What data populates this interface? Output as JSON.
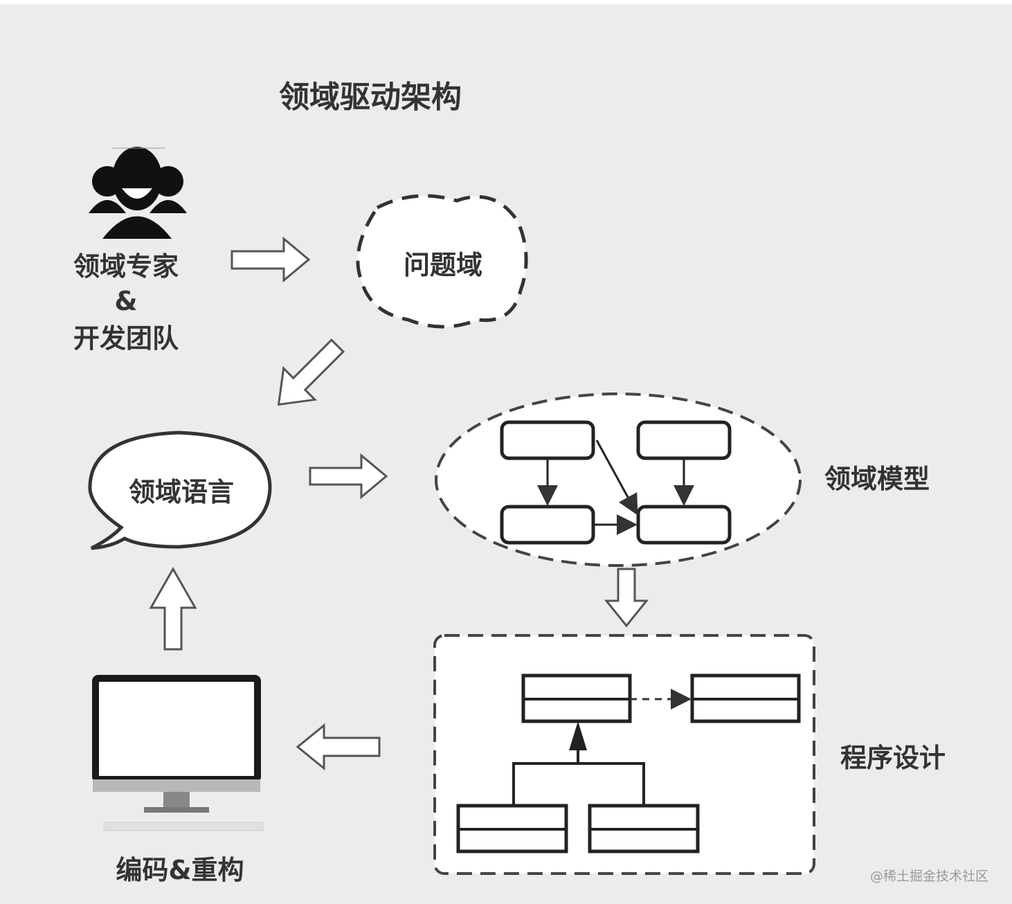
{
  "title": "领域驱动架构",
  "nodes": {
    "team": {
      "line1": "领域专家",
      "line2": "&",
      "line3": "开发团队"
    },
    "problem_domain": "问题域",
    "domain_language": "领域语言",
    "domain_model": "领域模型",
    "program_design": "程序设计",
    "coding": "编码&重构"
  },
  "watermark": "@稀土掘金技术社区",
  "colors": {
    "background": "#ececec",
    "stroke": "#333333",
    "fill": "#ffffff"
  }
}
